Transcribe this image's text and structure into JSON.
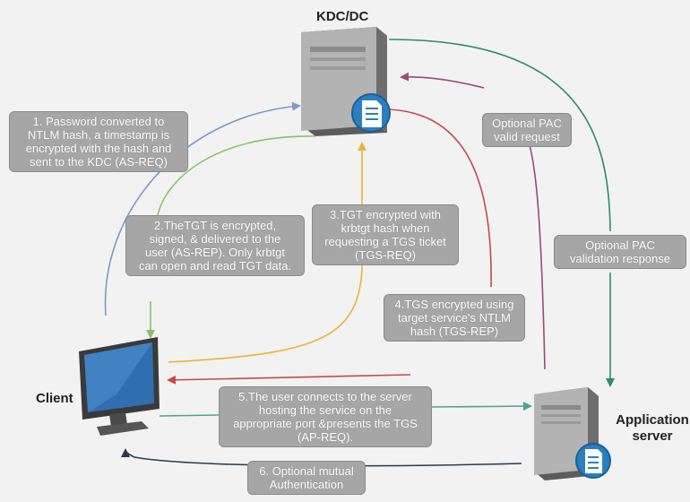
{
  "nodes": {
    "kdc": "KDC/DC",
    "client": "Client",
    "app": [
      "Application",
      "server"
    ]
  },
  "steps": [
    {
      "id": "step1",
      "lines": [
        "1. Password converted to",
        "NTLM hash, a timestamp is",
        "encrypted with the hash and",
        "sent to the KDC (AS-REQ)"
      ]
    },
    {
      "id": "step2",
      "lines": [
        "2.TheTGT is encrypted,",
        "signed, & delivered to the",
        "user (AS-REP). Only krbtgt",
        "can open and read TGT data."
      ]
    },
    {
      "id": "step3",
      "lines": [
        "3.TGT encrypted with",
        "krbtgt hash when",
        "requesting a TGS ticket",
        "(TGS-REQ)"
      ]
    },
    {
      "id": "step4",
      "lines": [
        "4.TGS encrypted using",
        "target service's NTLM",
        "hash (TGS-REP)"
      ]
    },
    {
      "id": "step5",
      "lines": [
        "5.The user connects to the server",
        "hosting the service on the",
        "appropriate port &presents the TGS",
        "(AP-REQ)."
      ]
    },
    {
      "id": "step6",
      "lines": [
        "6. Optional mutual",
        "Authentication"
      ]
    },
    {
      "id": "pac_request",
      "lines": [
        "Optional PAC",
        "valid request"
      ]
    },
    {
      "id": "pac_response",
      "lines": [
        "Optional PAC",
        "validation response"
      ]
    }
  ],
  "colors": {
    "background": "#f2f2f2",
    "box": "#a6a6a6",
    "step1_arrow": "#7f96c9",
    "step2_arrow": "#8cc06a",
    "step3_arrow": "#f0b232",
    "step4_arrow": "#c8474b",
    "step5_arrow": "#4aa58e",
    "step6_arrow": "#2b3a4a",
    "pac_request_arrow": "#9c4a72",
    "pac_response_arrow": "#2e8a6c"
  },
  "icons": {
    "kdc": "server-document-icon",
    "client": "monitor-icon",
    "app": "server-document-icon"
  }
}
